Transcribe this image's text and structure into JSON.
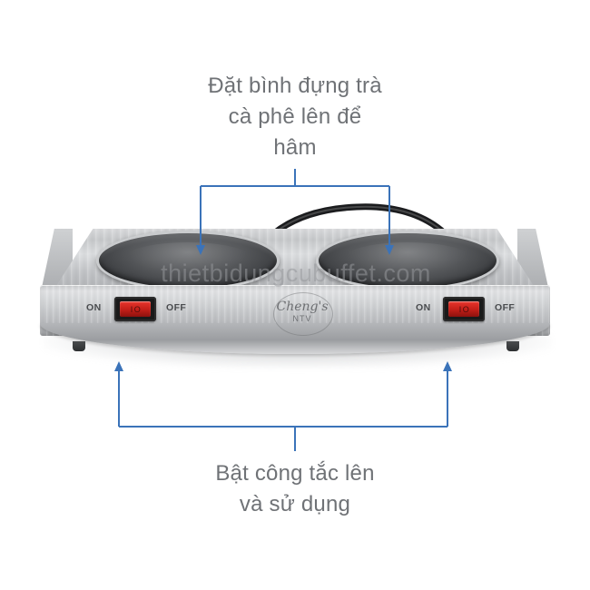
{
  "image": {
    "subject": "double coffee warmer hot plate",
    "background_color": "#ffffff",
    "annotation_color": "#3b73b9",
    "annotation_text_color": "#6f7276"
  },
  "annotations": {
    "top": {
      "text": "Đặt bình đựng trà\ncà phê lên để\nhâm",
      "points_to": [
        "left warming plate",
        "right warming plate"
      ]
    },
    "bottom": {
      "text": "Bật công tắc lên\nvà sử dụng",
      "points_to": [
        "left power switch",
        "right power switch"
      ]
    }
  },
  "watermark": {
    "text": "thietbidungcubuffet.com"
  },
  "product": {
    "brand": {
      "name": "Cheng's",
      "sub": "NTV"
    },
    "switches": {
      "left": {
        "on_label": "ON",
        "off_label": "OFF",
        "rocker_marking": "I O",
        "color": "#c21e18"
      },
      "right": {
        "on_label": "ON",
        "off_label": "OFF",
        "rocker_marking": "I O",
        "color": "#c21e18"
      }
    },
    "plates": [
      {
        "name": "left-warming-plate"
      },
      {
        "name": "right-warming-plate"
      }
    ]
  }
}
